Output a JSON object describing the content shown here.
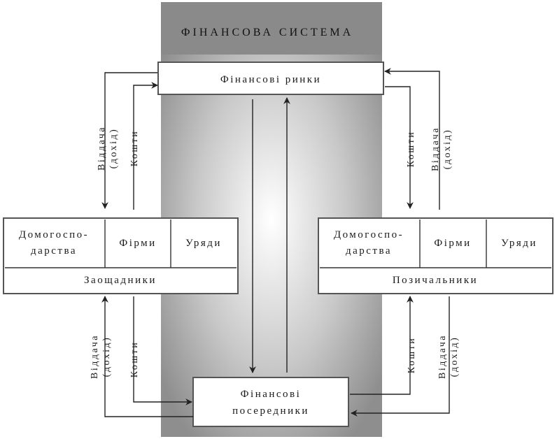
{
  "system_title": "ФІНАНСОВА СИСТЕМА",
  "markets": "Фінансові ринки",
  "intermediaries": [
    "Фінансові",
    "посередники"
  ],
  "savers": {
    "cells": [
      [
        "Домогоспо-",
        "дарства"
      ],
      [
        "Фірми"
      ],
      [
        "Уряди"
      ]
    ],
    "label": "Заощадники"
  },
  "borrowers": {
    "cells": [
      [
        "Домогоспо-",
        "дарства"
      ],
      [
        "Фірми"
      ],
      [
        "Уряди"
      ]
    ],
    "label": "Позичальники"
  },
  "flows": {
    "return_line1": "Віддача",
    "return_line2": "(дохід)",
    "funds": "Кошти"
  },
  "colors": {
    "band_edge": "#8a8a8a",
    "band_center": "#ffffff",
    "ink": "#1a1a1a"
  }
}
